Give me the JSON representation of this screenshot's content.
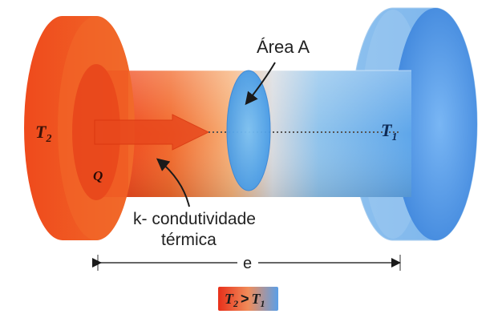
{
  "labels": {
    "area": "Área A",
    "t_hot": "T",
    "t_hot_sub": "2",
    "t_cold": "T",
    "t_cold_sub": "1",
    "heat": "Q",
    "conductivity_line1": "k- condutividade",
    "conductivity_line2": "térmica",
    "thickness": "e"
  },
  "legend": {
    "left_t": "T",
    "left_sub": "2",
    "operator": ">",
    "right_t": "T",
    "right_sub": "1"
  },
  "colors": {
    "hot": "#f0461e",
    "hot_dark": "#d9300f",
    "warm": "#f7a15a",
    "cold": "#5ea6ea",
    "cold_dark": "#3f86dc",
    "arrow": "#1a1a1a"
  }
}
